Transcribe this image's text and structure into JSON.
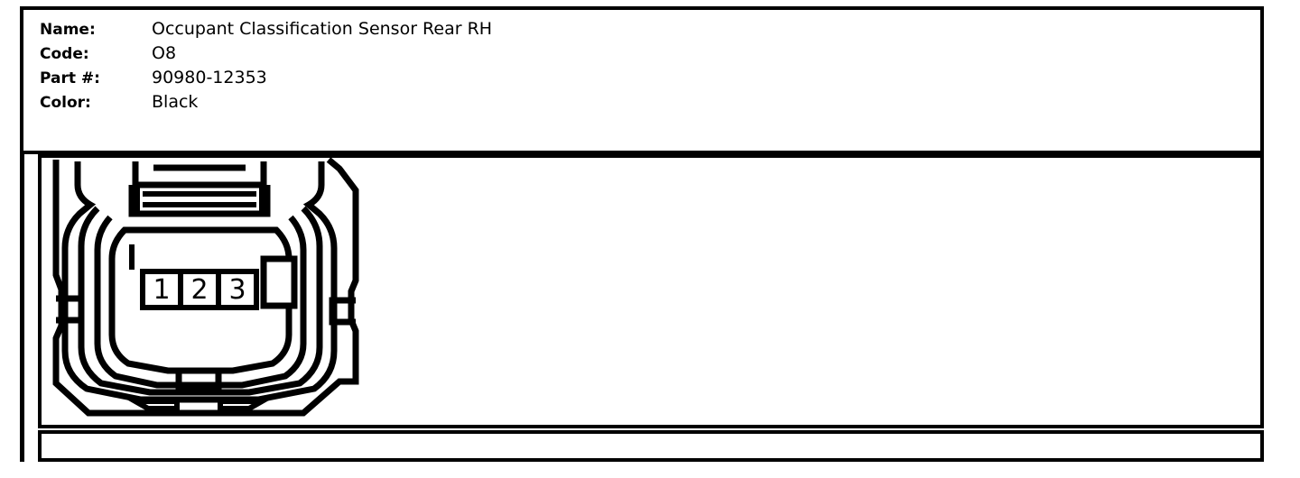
{
  "document": {
    "type": "connector-datasheet-card"
  },
  "info": {
    "rows": [
      {
        "label": "Name:",
        "value": "Occupant Classification Sensor Rear RH"
      },
      {
        "label": "Code:",
        "value": "O8"
      },
      {
        "label": "Part #:",
        "value": "90980-12353"
      },
      {
        "label": "Color:",
        "value": "Black"
      }
    ]
  },
  "connector": {
    "view": "front-face",
    "cavity_count": 3,
    "pins": [
      {
        "number": "1"
      },
      {
        "number": "2"
      },
      {
        "number": "3"
      }
    ],
    "features": {
      "top_latch": "locking-lever-with-ribs",
      "side_tabs": "left-and-right-retention-tabs",
      "bottom_notch": "polarizing-notch",
      "key_slot": "rectangular-keyway-right-of-pin-3"
    },
    "colors": {
      "line": "#000000",
      "fill": "#ffffff"
    }
  },
  "bottom_strip": {
    "content": ""
  }
}
